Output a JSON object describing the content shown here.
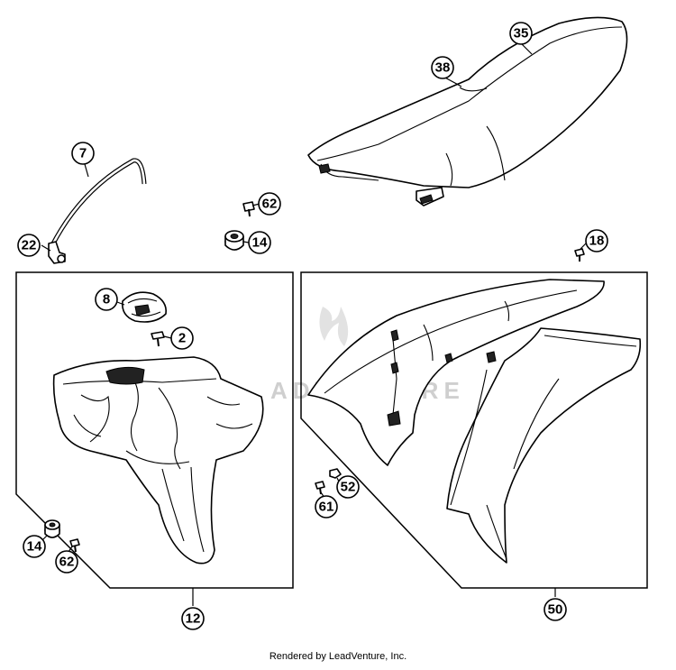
{
  "footer": "Rendered by LeadVenture, Inc.",
  "watermark": "ADVENTURE",
  "callouts": {
    "c35": "35",
    "c38": "38",
    "c7": "7",
    "c22": "22",
    "c62a": "62",
    "c14a": "14",
    "c18": "18",
    "c8": "8",
    "c2": "2",
    "c14b": "14",
    "c62b": "62",
    "c52": "52",
    "c61": "61",
    "c12": "12",
    "c50": "50"
  }
}
